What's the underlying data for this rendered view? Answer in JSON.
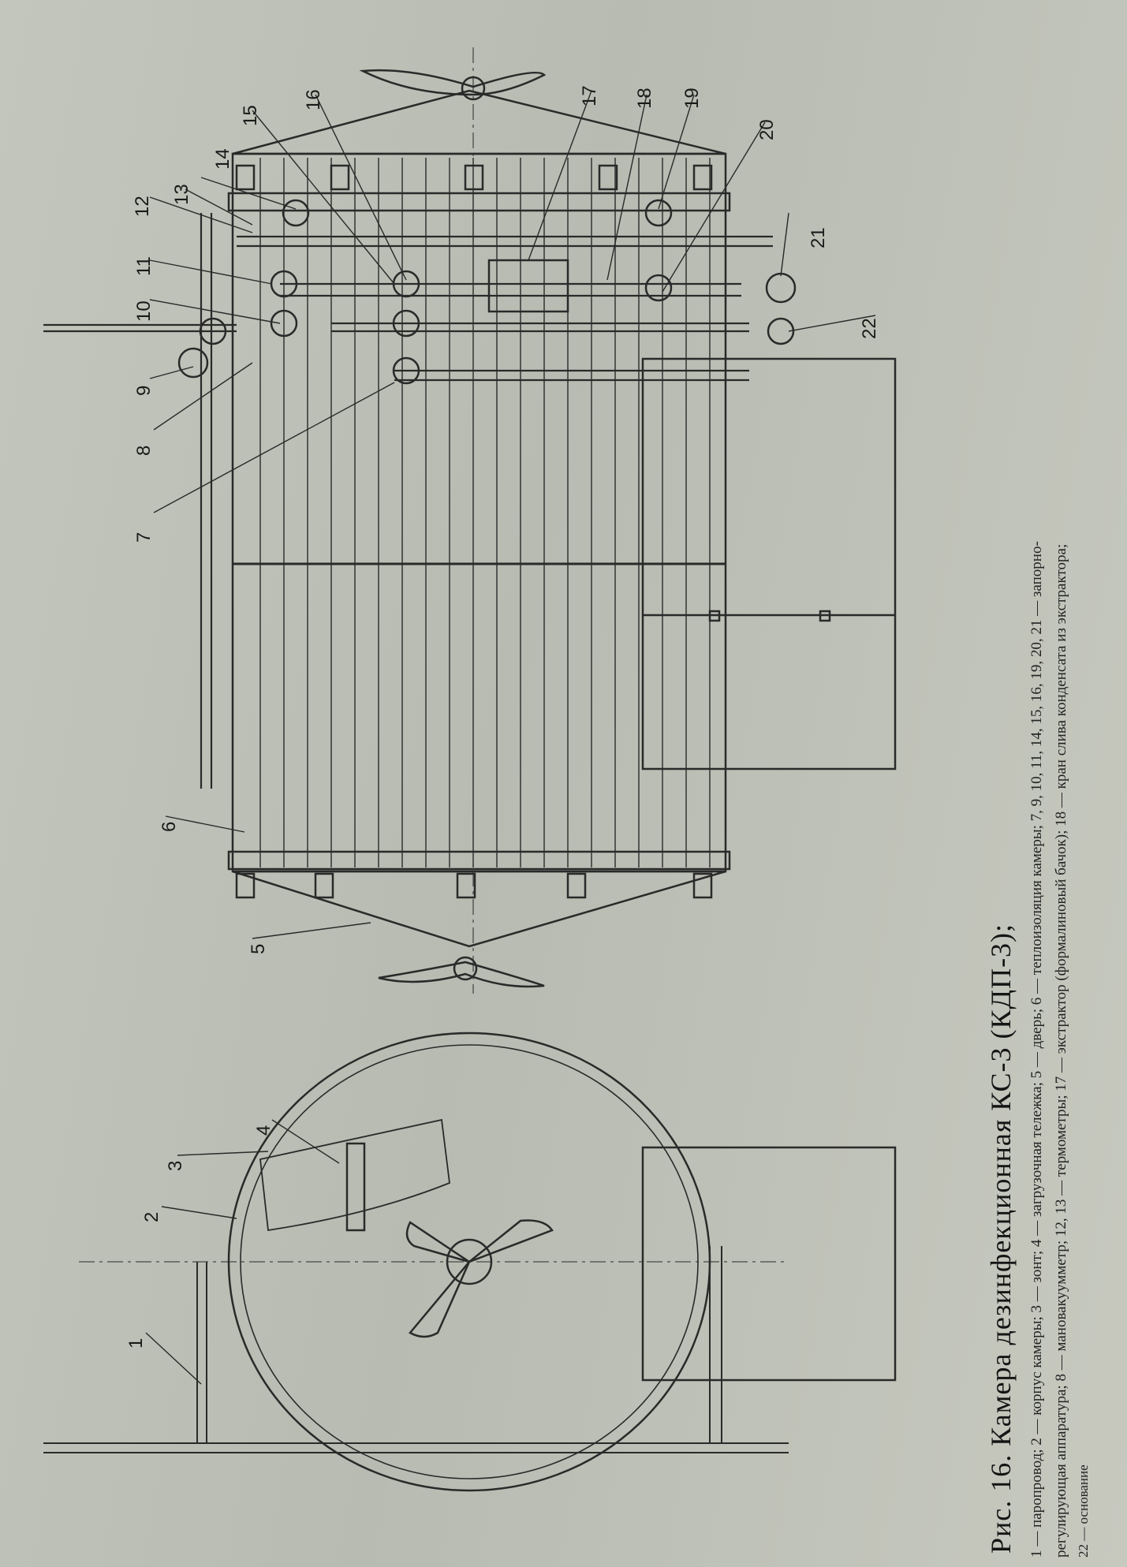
{
  "figure": {
    "title": "Рис. 16. Камера дезинфекционная КС-3 (КДП-3);",
    "legend_lines": [
      "1 — паропровод; 2 — корпус камеры; 3 — зонт; 4 — загрузочная тележка; 5 — дверь; 6 — теплоизоляция камеры; 7, 9, 10, 11, 14, 15, 16, 19, 20, 21 — запорно-",
      "регулирующая аппаратура; 8 — мановакуумметр; 12, 13 — термометры; 17 — экстрактор (формалиновый бачок); 18 — кран слива конденсата из экстрактора;",
      "22 — основание"
    ]
  },
  "callouts": [
    "1",
    "2",
    "3",
    "4",
    "5",
    "6",
    "7",
    "8",
    "9",
    "10",
    "11",
    "12",
    "13",
    "14",
    "15",
    "16",
    "17",
    "18",
    "19",
    "20",
    "21",
    "22"
  ],
  "colors": {
    "ink": "#2a2a2a",
    "paper": "#c0c3b9"
  }
}
